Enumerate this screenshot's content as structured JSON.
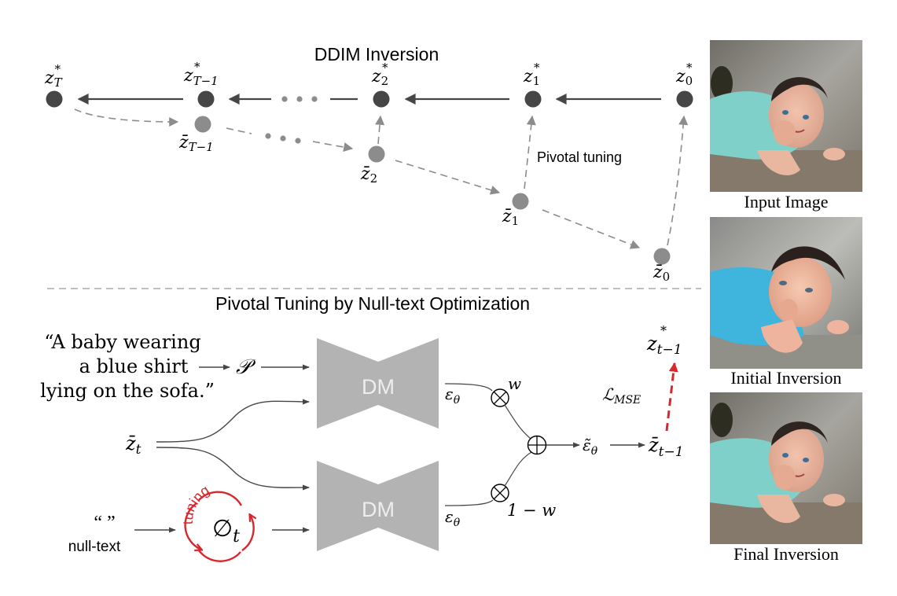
{
  "colors": {
    "dark_node": "#464646",
    "light_node": "#8c8c8c",
    "dm_block": "#b3b3b3",
    "dm_text": "#eeeeee",
    "tuning_red": "#d8272d",
    "loss_red": "#d8272d",
    "shirt_input": "#7fd0c8",
    "shirt_initial": "#3fb4dc",
    "sofa": "#8a8478"
  },
  "top": {
    "title": "DDIM Inversion",
    "star_nodes": [
      {
        "base": "z",
        "sub": "T",
        "sup": "*"
      },
      {
        "base": "z",
        "sub": "T−1",
        "sup": "*"
      },
      {
        "base": "z",
        "sub": "2",
        "sup": "*"
      },
      {
        "base": "z",
        "sub": "1",
        "sup": "*"
      },
      {
        "base": "z",
        "sub": "0",
        "sup": "*"
      }
    ],
    "bar_nodes": [
      {
        "base": "z̄",
        "sub": "T−1"
      },
      {
        "base": "z̄",
        "sub": "2"
      },
      {
        "base": "z̄",
        "sub": "1"
      },
      {
        "base": "z̄",
        "sub": "0"
      }
    ],
    "pivotal_label": "Pivotal tuning",
    "ellipsis": "• • •"
  },
  "bottom": {
    "title": "Pivotal Tuning by Null-text Optimization",
    "prompt_lines": [
      "“A baby wearing",
      "a blue shirt",
      "lying on the sofa.”"
    ],
    "prompt_embedding": "𝒫",
    "latent": {
      "base": "z̄",
      "sub": "t"
    },
    "null_quote": "“ ”",
    "null_label": "null-text",
    "null_embedding": {
      "base": "∅",
      "sub": "t"
    },
    "tuning_label": "tuning",
    "dm_label": "DM",
    "eps": {
      "base": "ε",
      "sub": "θ"
    },
    "eps_tilde": {
      "base": "ε̃",
      "sub": "θ"
    },
    "weight_top": "w",
    "weight_bottom": "1 − w",
    "multiply_symbol": "×",
    "add_symbol": "+",
    "output": {
      "base": "z̄",
      "sub": "t−1"
    },
    "target": {
      "base": "z",
      "sub": "t−1",
      "sup": "*"
    },
    "loss": {
      "base": "ℒ",
      "sub": "MSE"
    }
  },
  "images": [
    {
      "id": "input",
      "label": "Input Image"
    },
    {
      "id": "initial",
      "label": "Initial Inversion"
    },
    {
      "id": "final",
      "label": "Final Inversion"
    }
  ]
}
